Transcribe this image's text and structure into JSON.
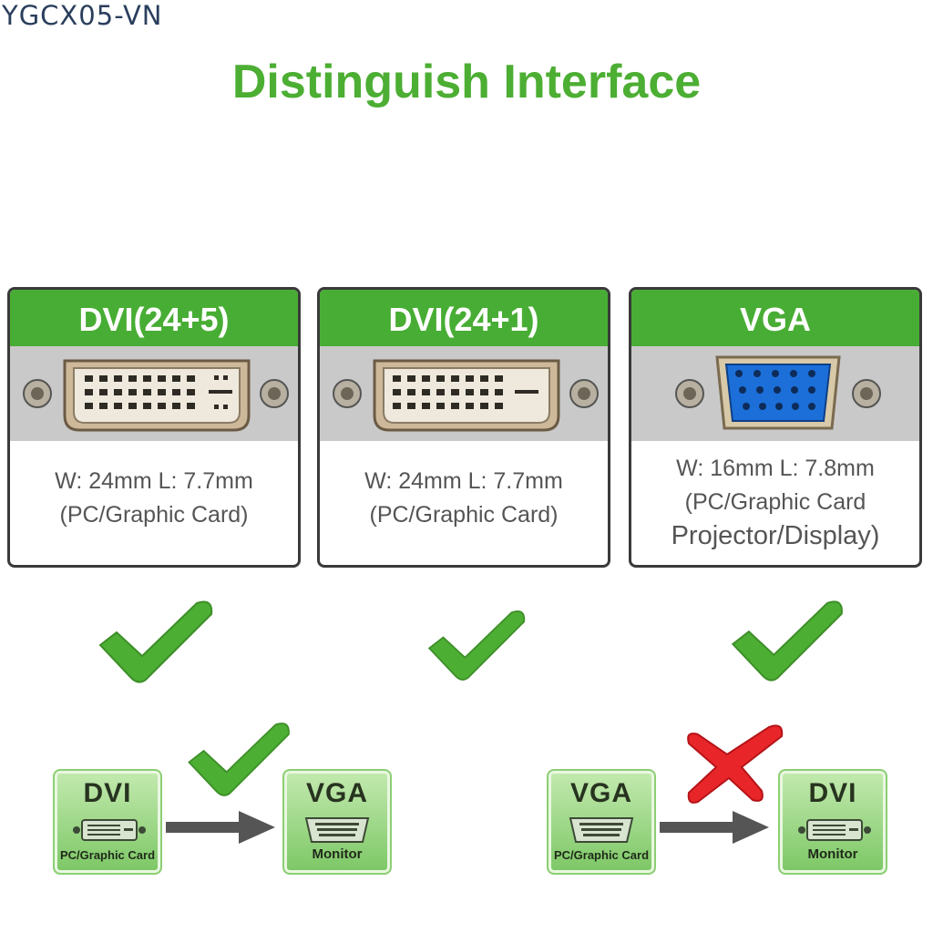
{
  "watermark": "YGCX05-VN",
  "title": "Distinguish Interface",
  "cards": [
    {
      "name": "DVI(24+5)",
      "line1": "W: 24mm  L: 7.7mm",
      "line2": "(PC/Graphic Card)",
      "line3": ""
    },
    {
      "name": "DVI(24+1)",
      "line1": "W: 24mm  L: 7.7mm",
      "line2": "(PC/Graphic Card)",
      "line3": ""
    },
    {
      "name": "VGA",
      "line1": "W: 16mm  L: 7.8mm",
      "line2": "(PC/Graphic Card",
      "line3": "Projector/Display)"
    }
  ],
  "conversions": [
    {
      "source": {
        "label": "DVI",
        "caption": "PC/Graphic Card"
      },
      "target": {
        "label": "VGA",
        "caption": "Monitor"
      },
      "supported": true
    },
    {
      "source": {
        "label": "VGA",
        "caption": "PC/Graphic Card"
      },
      "target": {
        "label": "DVI",
        "caption": "Monitor"
      },
      "supported": false
    }
  ],
  "colors": {
    "brand_green": "#48ad34",
    "check_green": "#4cae33",
    "cross_red": "#e8262a",
    "vga_blue": "#1c6fd8"
  }
}
